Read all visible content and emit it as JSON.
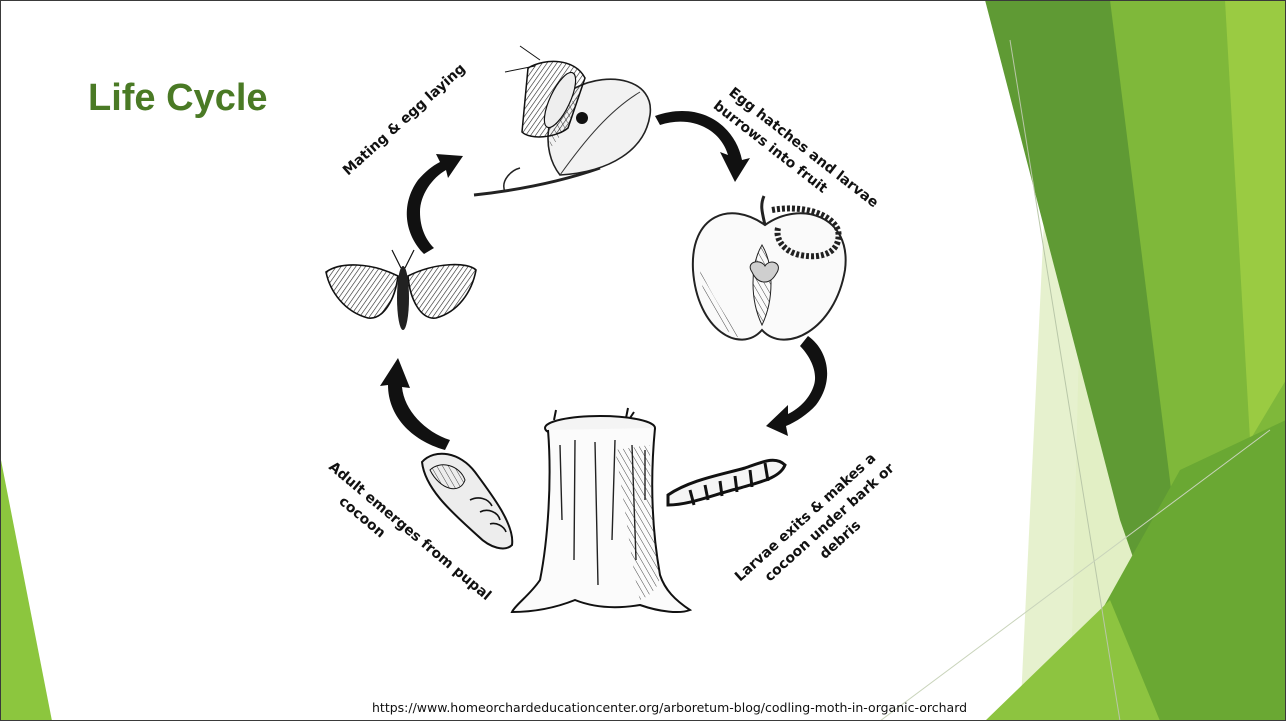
{
  "slide": {
    "title": "Life Cycle",
    "source_url": "https://www.homeorchardeducationcenter.org/arboretum-blog/codling-moth-in-organic-orchard"
  },
  "diagram": {
    "stages": [
      {
        "id": "mating",
        "label_lines": [
          "Mating & egg laying"
        ],
        "illustration": "moth-on-leaf"
      },
      {
        "id": "hatching",
        "label_lines": [
          "Egg hatches and larvae",
          "burrows into fruit"
        ],
        "illustration": "cut-apple"
      },
      {
        "id": "larva-exit",
        "label_lines": [
          "Larvae exits & makes a",
          "cocoon under bark or",
          "debris"
        ],
        "illustration": "larva-and-stump"
      },
      {
        "id": "emergence",
        "label_lines": [
          "Adult emerges from pupal",
          "cocoon"
        ],
        "illustration": "pupa"
      },
      {
        "id": "adult",
        "label_lines": [],
        "illustration": "adult-moth"
      }
    ]
  },
  "colors": {
    "title": "#4a7a25",
    "decor_green_dark": "#5f9a34",
    "decor_green_mid": "#7fb83a",
    "decor_green_light": "#a7cf55",
    "arrow": "#111111"
  }
}
